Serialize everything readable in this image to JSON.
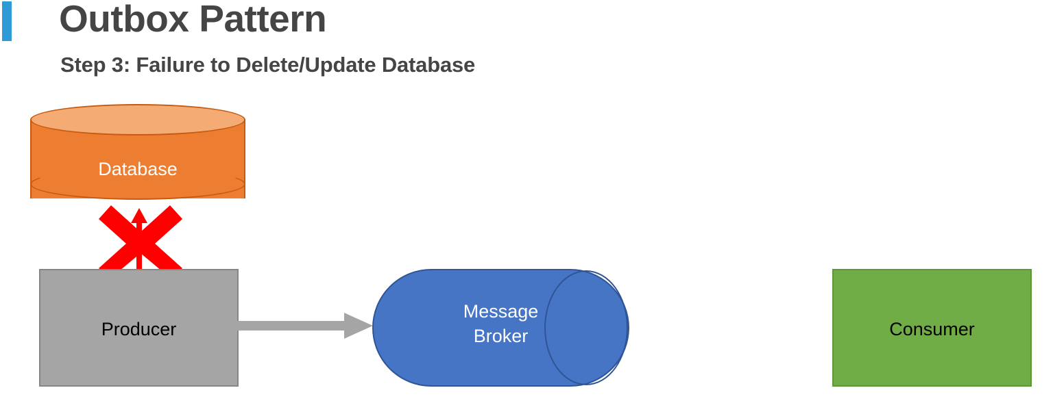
{
  "slide": {
    "title": "Outbox Pattern",
    "subtitle": "Step 3: Failure to Delete/Update Database",
    "accent_color": "#2E9BD6",
    "title_color": "#454545",
    "background_color": "#FFFFFF"
  },
  "diagram": {
    "type": "flow",
    "nodes": [
      {
        "id": "database",
        "label": "Database",
        "shape": "cylinder-vertical",
        "fill": "#ED7D31",
        "top_fill": "#F4AB74",
        "stroke": "#C55A11",
        "text_color": "#FFFFFF"
      },
      {
        "id": "producer",
        "label": "Producer",
        "shape": "rectangle",
        "fill": "#A5A5A5",
        "stroke": "#868686",
        "text_color": "#000000"
      },
      {
        "id": "broker",
        "label": "Message\nBroker",
        "shape": "cylinder-horizontal",
        "fill": "#4575C4",
        "stroke": "#2F5597",
        "text_color": "#FFFFFF"
      },
      {
        "id": "consumer",
        "label": "Consumer",
        "shape": "rectangle",
        "fill": "#70AD47",
        "stroke": "#5E9739",
        "text_color": "#000000"
      }
    ],
    "edges": [
      {
        "id": "producer-to-database",
        "from": "producer",
        "to": "database",
        "color": "#FF0000",
        "status": "failed",
        "marker": "x-cross"
      },
      {
        "id": "producer-to-broker",
        "from": "producer",
        "to": "broker",
        "color": "#A5A5A5",
        "status": "ok",
        "marker": "arrow"
      }
    ],
    "failure_marker": {
      "name": "x-cross-icon",
      "color": "#FF0000"
    }
  }
}
